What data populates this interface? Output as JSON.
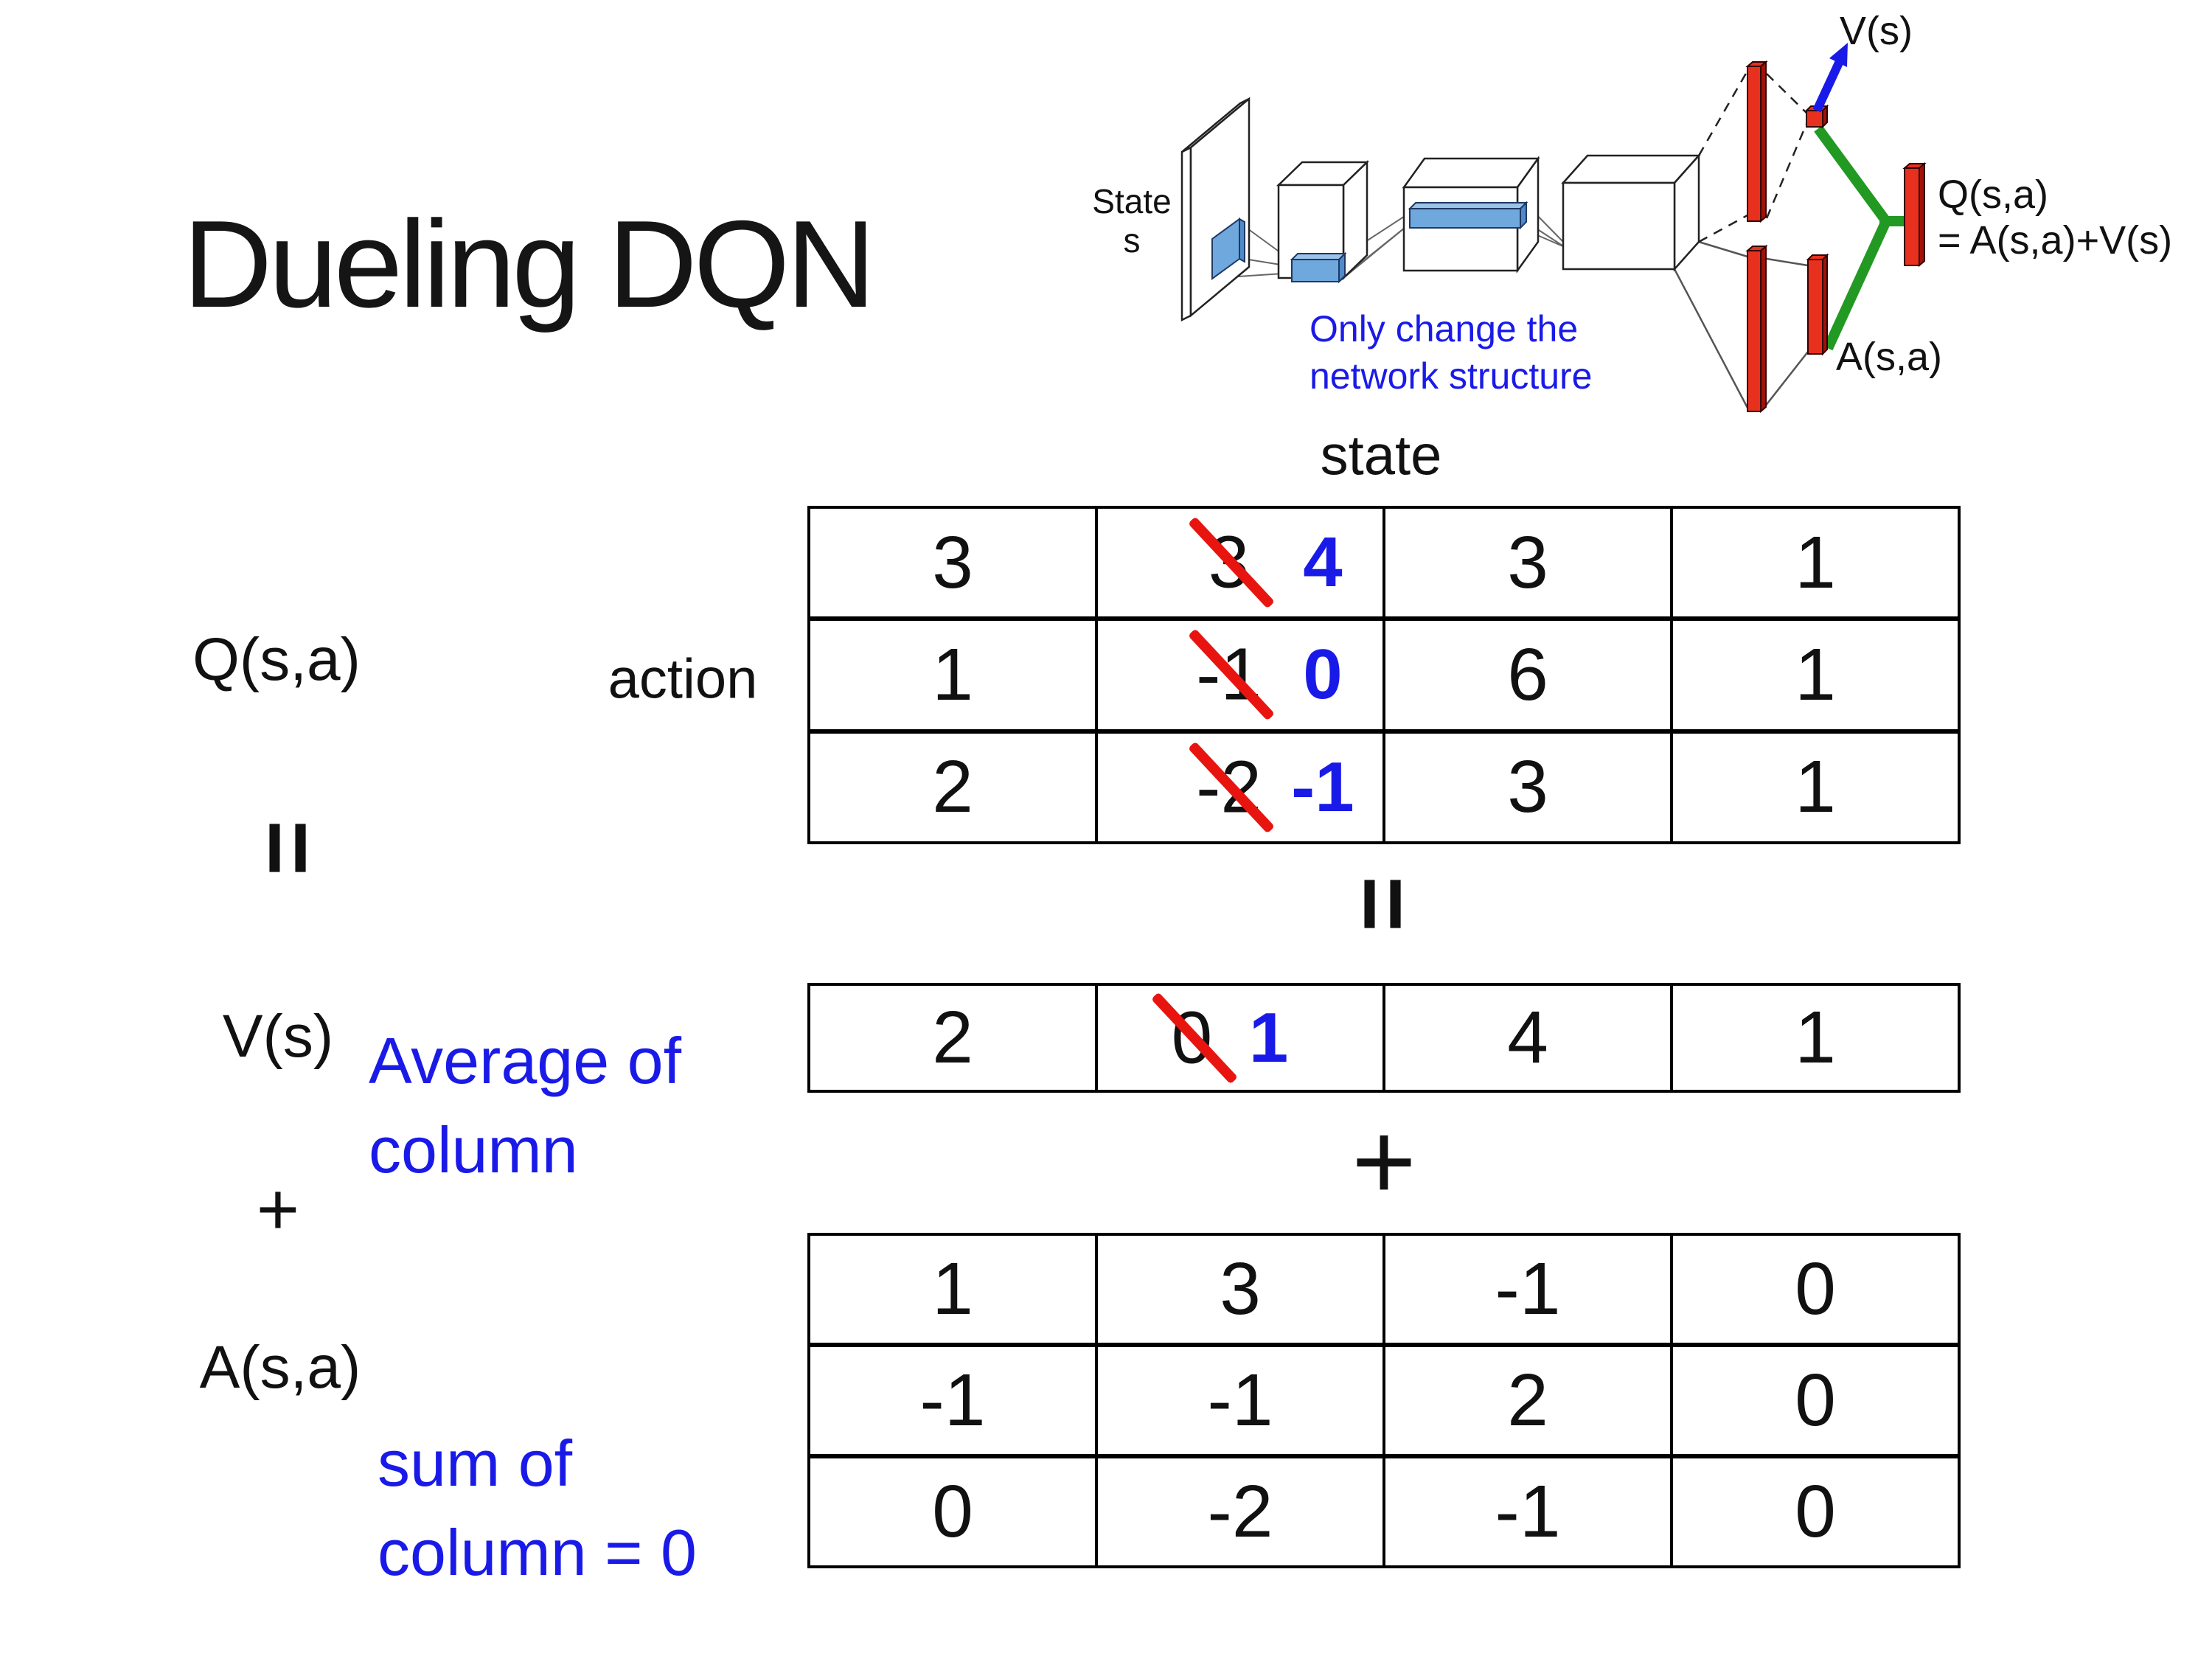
{
  "title": "Dueling DQN",
  "colors": {
    "blue": "#1A1AE8",
    "red": "#E81410",
    "green": "#229922",
    "bar_red": "#E8301E",
    "bar_red_dark": "#A01208",
    "box_blue": "#6FA8DC",
    "box_blue_dark": "#4E8BC8",
    "box_blue_light": "#9CC3E8"
  },
  "diagram": {
    "state_line1": "State",
    "state_line2": "s",
    "note_line1": "Only change the",
    "note_line2": "network structure",
    "v_out": "V(s)",
    "a_out": "A(s,a)",
    "q_out_line1": "Q(s,a)",
    "q_out_line2": "= A(s,a)+V(s)"
  },
  "labels": {
    "q": "Q(s,a)",
    "v": "V(s)",
    "a": "A(s,a)",
    "state": "state",
    "action": "action",
    "eq_left": "=",
    "eq_center": "=",
    "plus_left": "+",
    "plus_center": "+"
  },
  "notes": {
    "avg_line1": "Average of",
    "avg_line2": "column",
    "sum_line1": "sum of",
    "sum_line2": "column = 0"
  },
  "q_rows": [
    {
      "c0": "3",
      "c1_old": "3",
      "c1_new": "4",
      "c2": "3",
      "c3": "1"
    },
    {
      "c0": "1",
      "c1_old": "-1",
      "c1_new": "0",
      "c2": "6",
      "c3": "1"
    },
    {
      "c0": "2",
      "c1_old": "-2",
      "c1_new": "-1",
      "c2": "3",
      "c3": "1"
    }
  ],
  "v_row": {
    "c0": "2",
    "c1_old": "0",
    "c1_new": "1",
    "c2": "4",
    "c3": "1"
  },
  "a_rows": [
    {
      "c0": "1",
      "c1": "3",
      "c2": "-1",
      "c3": "0"
    },
    {
      "c0": "-1",
      "c1": "-1",
      "c2": "2",
      "c3": "0"
    },
    {
      "c0": "0",
      "c1": "-2",
      "c2": "-1",
      "c3": "0"
    }
  ]
}
